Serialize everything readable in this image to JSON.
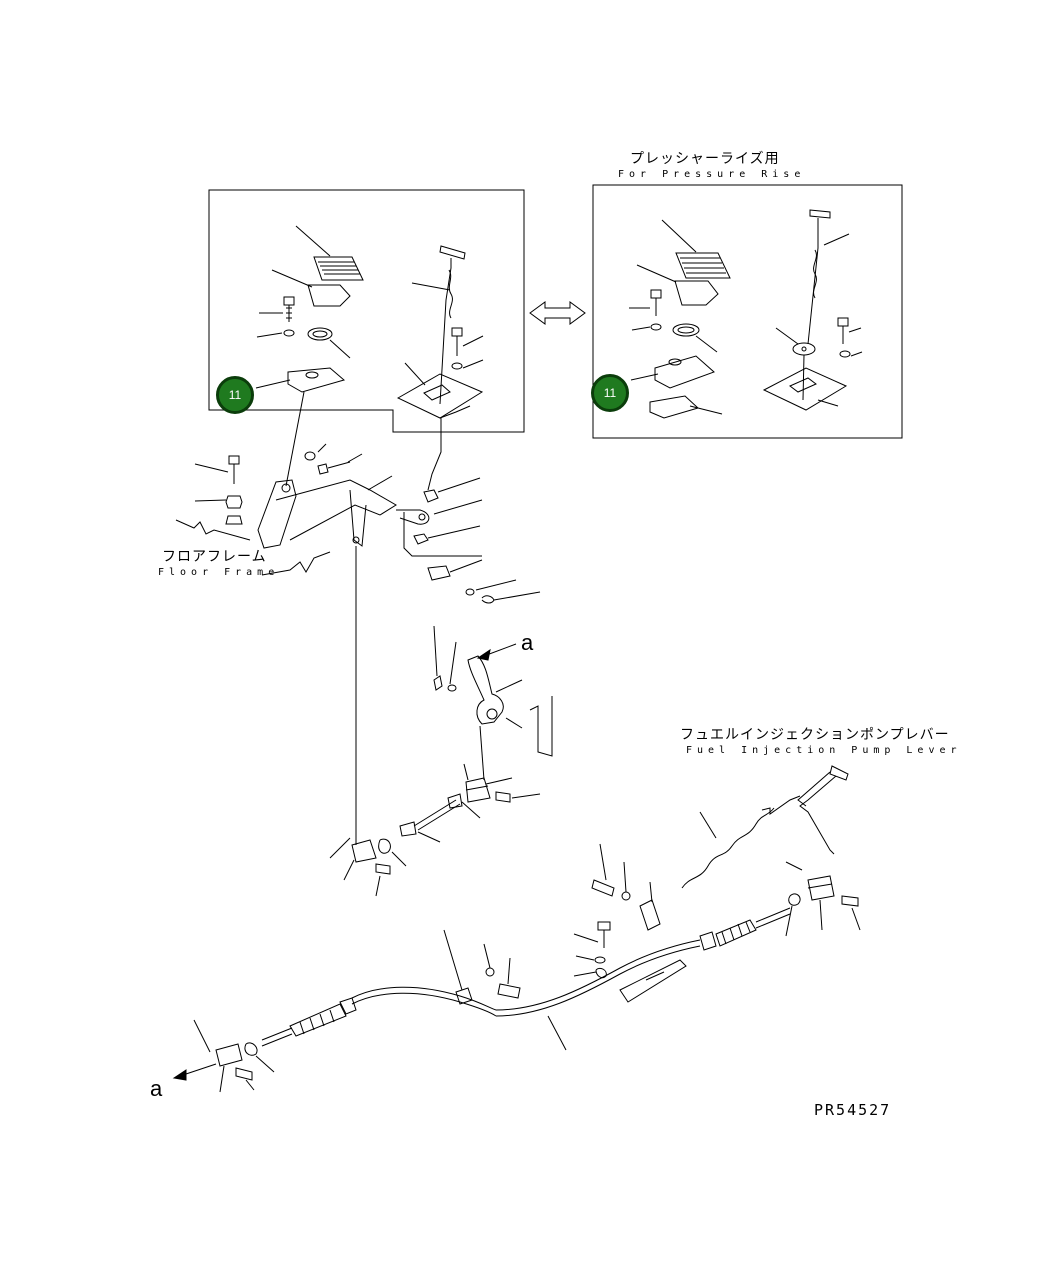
{
  "labels": {
    "pressure_rise_jp": "プレッシャーライズ用",
    "pressure_rise_en": "For Pressure Rise",
    "floor_frame_jp": "フロアフレーム",
    "floor_frame_en": "Floor Frame",
    "fuel_pump_jp": "フュエルインジェクションポンプレバー",
    "fuel_pump_en": "Fuel Injection Pump Lever",
    "ref_a_upper": "a",
    "ref_a_lower": "a",
    "drawing_code": "PR54527"
  },
  "callouts": [
    {
      "number": "11",
      "color": "#1f7a1f"
    },
    {
      "number": "11",
      "color": "#1f7a1f"
    }
  ]
}
